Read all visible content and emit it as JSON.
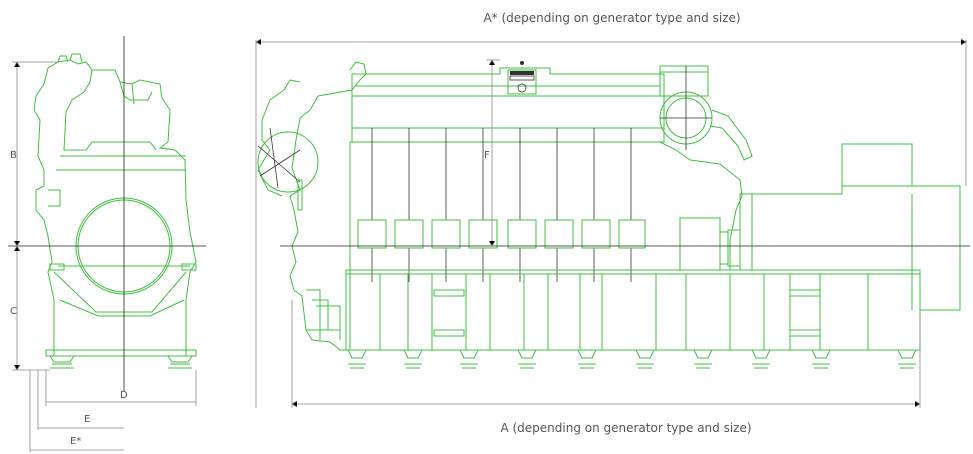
{
  "labels": {
    "a_star": "A* (depending on generator type and size)",
    "a": "A (depending on generator type and size)",
    "b": "B",
    "c": "C",
    "d": "D",
    "e": "E",
    "e_star": "E*",
    "f": "F"
  },
  "colors": {
    "outline": "#3fbf3f",
    "dimension": "#888888",
    "axis": "#222222",
    "text": "#555555"
  }
}
